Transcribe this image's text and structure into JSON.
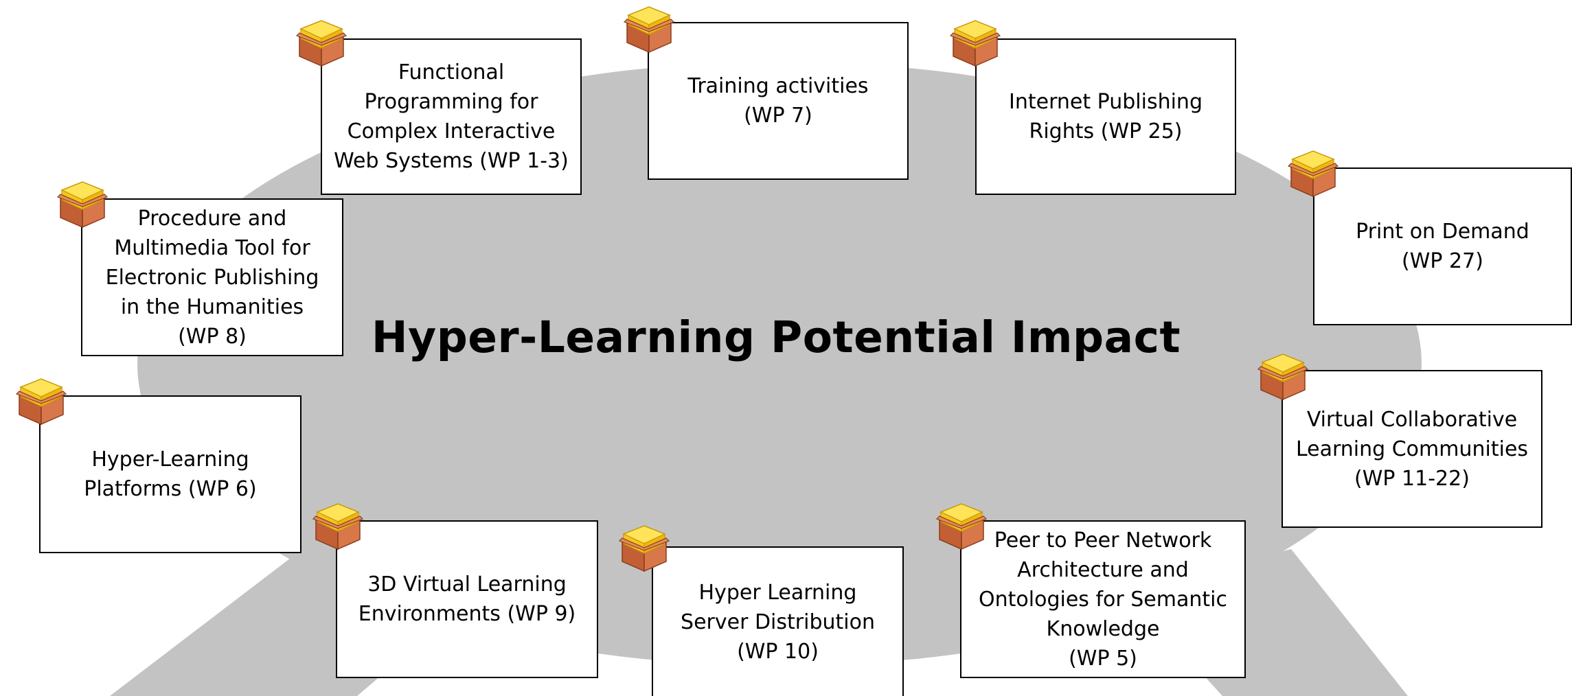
{
  "title": "Hyper-Learning Potential Impact",
  "colors": {
    "background_shape": "#c3c3c3",
    "box_border": "#000000",
    "box_fill": "#ffffff",
    "icon_box": "#c8683a",
    "icon_lid": "#f2c21a"
  },
  "icon_name": "package-icon",
  "work_packages": [
    {
      "id": "functional-programming",
      "label": "Functional\nProgramming for\nComplex Interactive\nWeb Systems (WP 1-3)"
    },
    {
      "id": "training-activities",
      "label": "Training activities\n(WP 7)"
    },
    {
      "id": "internet-publishing-rights",
      "label": "Internet Publishing\nRights (WP 25)"
    },
    {
      "id": "print-on-demand",
      "label": "Print on Demand\n(WP 27)"
    },
    {
      "id": "procedure-multimedia-tool",
      "label": "Procedure and\nMultimedia Tool for\nElectronic Publishing\nin the Humanities\n(WP 8)"
    },
    {
      "id": "virtual-collaborative-learning",
      "label": "Virtual Collaborative\nLearning Communities\n(WP 11-22)"
    },
    {
      "id": "hyper-learning-platforms",
      "label": "Hyper-Learning\nPlatforms (WP 6)"
    },
    {
      "id": "3d-virtual-learning",
      "label": "3D Virtual Learning\nEnvironments (WP 9)"
    },
    {
      "id": "hyper-learning-server",
      "label": "Hyper Learning\nServer Distribution\n(WP 10)"
    },
    {
      "id": "peer-to-peer-network",
      "label": "Peer to Peer Network\nArchitecture and\nOntologies for Semantic\nKnowledge\n(WP 5)"
    }
  ]
}
